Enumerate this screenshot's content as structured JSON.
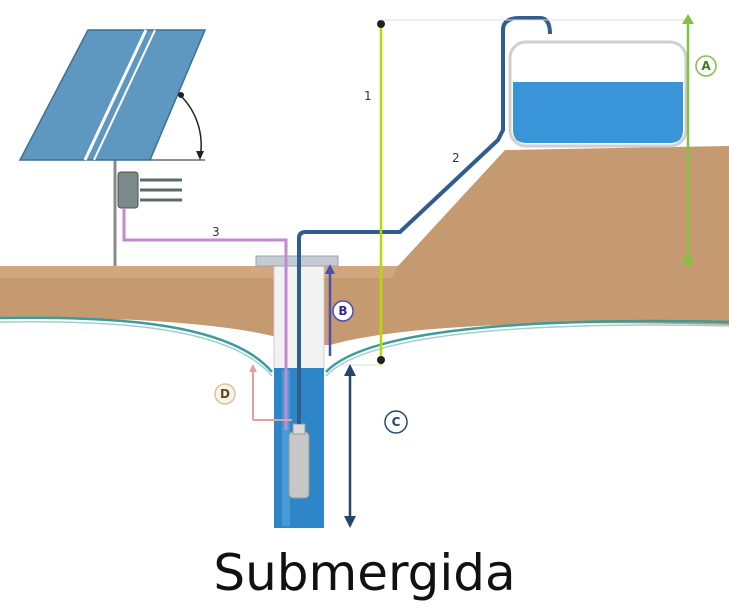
{
  "caption": "Submergida",
  "labels": {
    "n1": "1",
    "n2": "2",
    "n3": "3",
    "A": "A",
    "B": "B",
    "C": "C",
    "D": "D"
  },
  "colors": {
    "soil": "#c69a70",
    "water": "#2e86c8",
    "tank_water": "#3a95d8",
    "panel": "#5e97c0",
    "pipe": "#2f5e8e",
    "cable": "#c28ad0",
    "level_line": "#b7d800",
    "dim_A": "#7fc241",
    "dim_B": "#4b4fb0",
    "dim_C": "#24476e",
    "dim_D": "#e1a09a",
    "aquifer_line": "#3e9b9b"
  }
}
